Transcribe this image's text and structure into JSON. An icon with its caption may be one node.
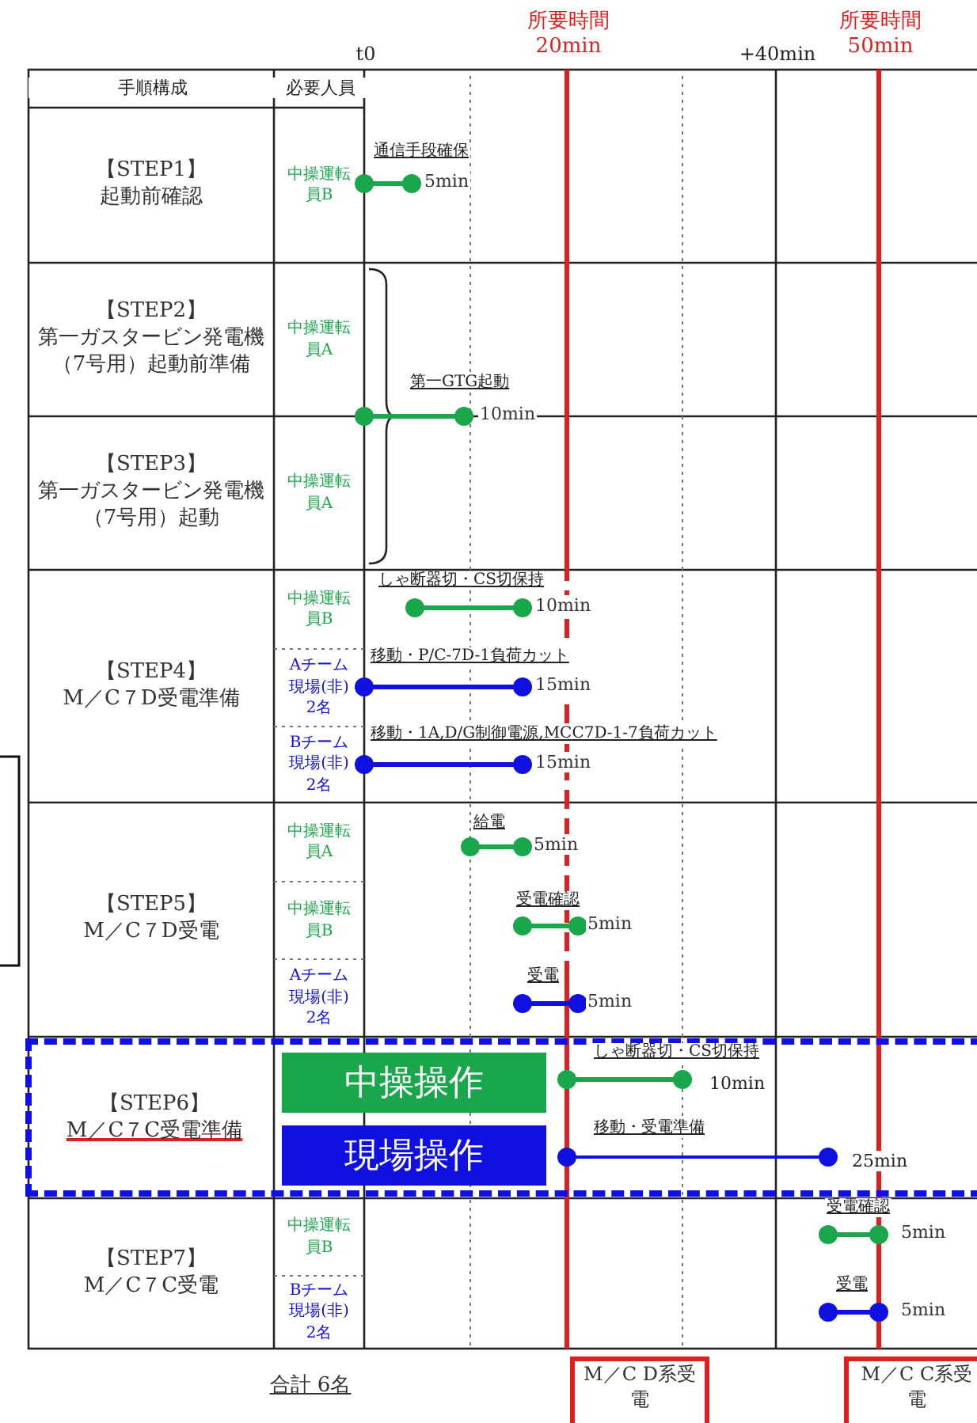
{
  "diagram": {
    "nodes": [
      {
        "text": [
          "【STEP6】",
          "M／C７C受電準備",
          "しゃ断器切・CS切保持",
          "10min",
          "移動・受電準備",
          "25min"
        ]
      },
      {
        "text": [
          "中操操作"
        ],
        "in": 0
      },
      {
        "text": [
          "現場操作"
        ],
        "in": 0
      },
      {
        "text": [
          "M／C D系受電"
        ]
      },
      {
        "text": [
          "M／C C系受電"
        ]
      }
    ],
    "labels": [
      "所要時間",
      "20min",
      "所要時間",
      "50min",
      "t0",
      "+40min",
      "手順構成",
      "必要人員",
      "【STEP1】",
      "起動前確認",
      "中操運転員B",
      "通信手段確保",
      "5min",
      "【STEP2】",
      "第一ガスタービン発電機（7号用）起動前準備",
      "中操運転員A",
      "第一GTG起動",
      "10min",
      "【STEP3】",
      "第一ガスタービン発電機（7号用）起動",
      "中操運転員A",
      "【STEP4】",
      "M／C７D受電準備",
      "中操運転員B",
      "しゃ断器切・CS切保持",
      "10min",
      "Aチーム現場(非)2名",
      "移動・P/C-7D-1負荷カット",
      "15min",
      "Bチーム現場(非)2名",
      "移動・1A,D/G制御電源,MCC7D-1-7負荷カット",
      "15min",
      "【STEP5】",
      "M／C７D受電",
      "中操運転員A",
      "給電",
      "5min",
      "中操運転員B",
      "受電確認",
      "5min",
      "Aチーム現場(非)2名",
      "受電",
      "5min",
      "【STEP7】",
      "M／C７C受電",
      "中操運転員B",
      "受電確認",
      "5min",
      "Bチーム現場(非)2名",
      "受電",
      "5min",
      "合計 6名"
    ]
  }
}
